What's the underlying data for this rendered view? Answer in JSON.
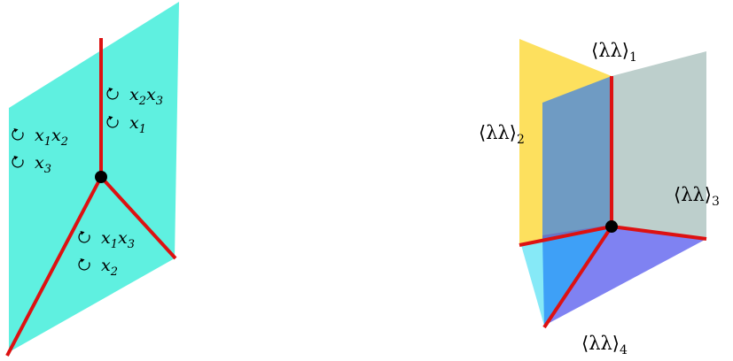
{
  "left_diagram": {
    "upper_right": [
      {
        "v1": "x",
        "s1": "2",
        "v2": "x",
        "s2": "3"
      },
      {
        "v1": "x",
        "s1": "1",
        "v2": "",
        "s2": ""
      }
    ],
    "upper_left": [
      {
        "v1": "x",
        "s1": "1",
        "v2": "x",
        "s2": "2"
      },
      {
        "v1": "x",
        "s1": "3",
        "v2": "",
        "s2": ""
      }
    ],
    "bottom": [
      {
        "v1": "x",
        "s1": "1",
        "v2": "x",
        "s2": "3"
      },
      {
        "v1": "x",
        "s1": "2",
        "v2": "",
        "s2": ""
      }
    ]
  },
  "right_diagram": {
    "labels": [
      {
        "text": "⟨λλ⟩",
        "sub": "1"
      },
      {
        "text": "⟨λλ⟩",
        "sub": "2"
      },
      {
        "text": "⟨λλ⟩",
        "sub": "3"
      },
      {
        "text": "⟨λλ⟩",
        "sub": "4"
      }
    ]
  },
  "colors": {
    "cyan_sheet": "#5ff0e0",
    "red_edge": "#dd1111",
    "yellow_sheet": "#fde05e",
    "grey_sheet": "#bdcfcc",
    "blue_sheet": "#6f9bc3",
    "purple_sheet": "#7f82f2",
    "bright_blue": "#3ea0f7",
    "light_cyan": "#86e9f7",
    "vertex": "#000000"
  }
}
